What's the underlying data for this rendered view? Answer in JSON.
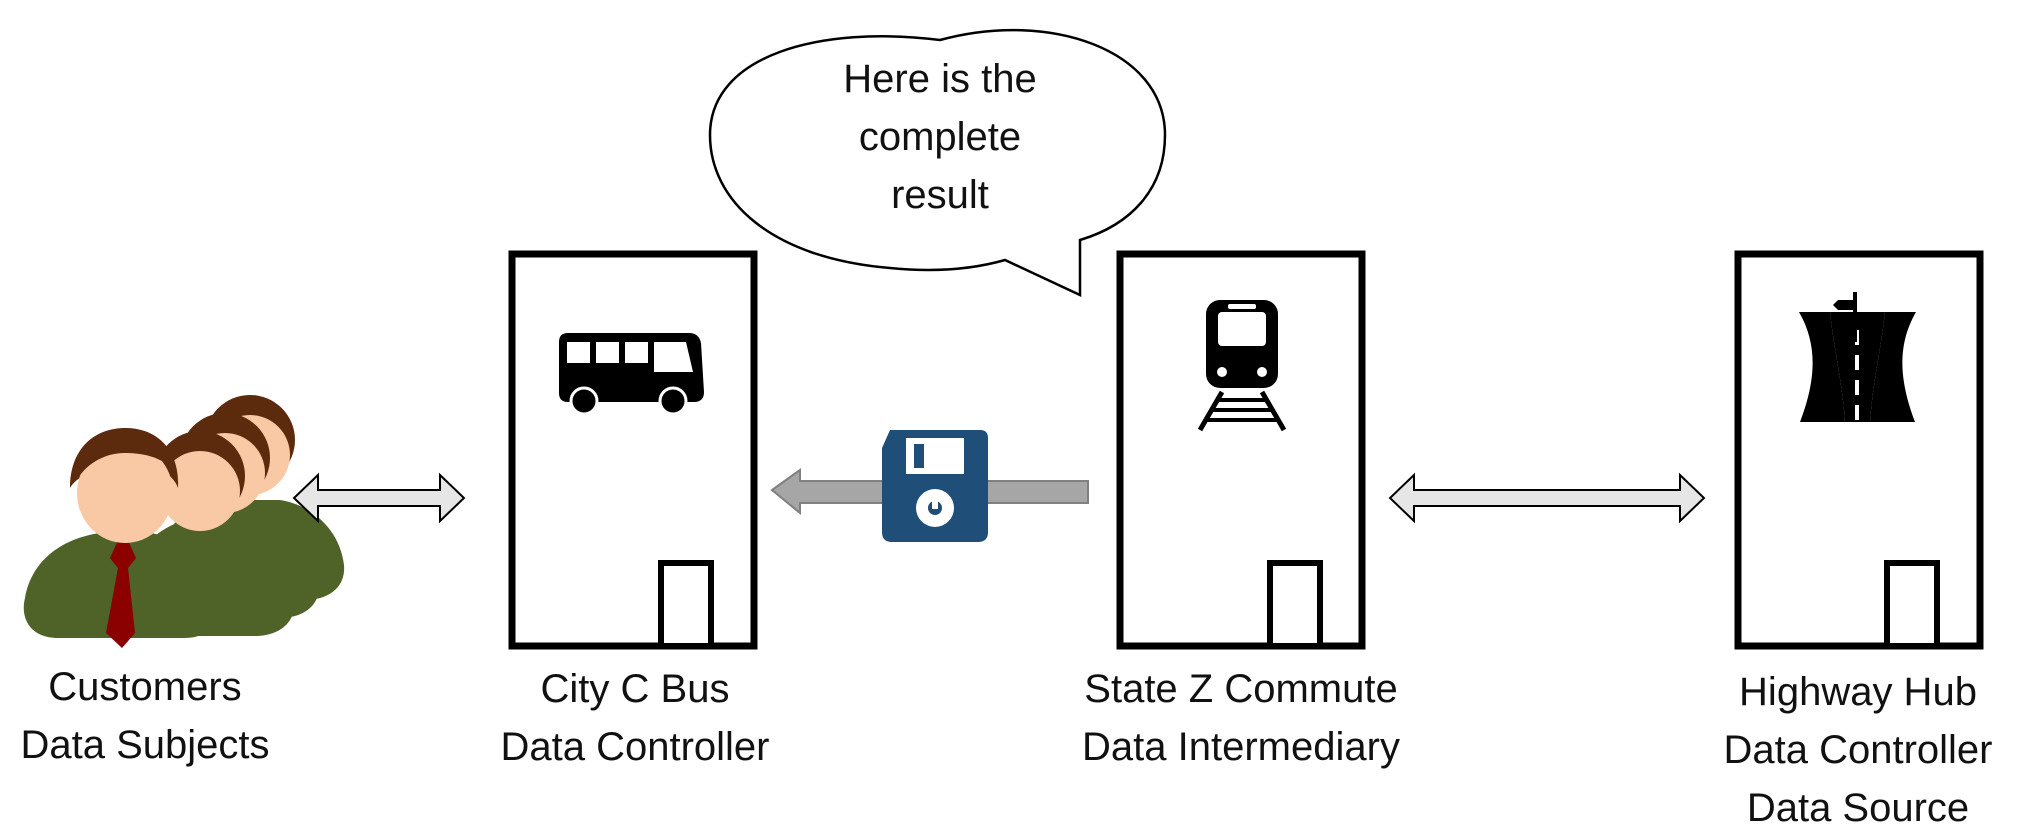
{
  "speech_bubble": {
    "lines": [
      "Here is the",
      "complete",
      "result"
    ]
  },
  "entities": {
    "customers": {
      "lines": [
        "Customers",
        "Data Subjects"
      ],
      "icon": "people-icon"
    },
    "city_bus": {
      "lines": [
        "City C Bus",
        "Data Controller"
      ],
      "icon": "bus-icon"
    },
    "state_commute": {
      "lines": [
        "State Z Commute",
        "Data Intermediary"
      ],
      "icon": "train-icon"
    },
    "highway_hub": {
      "lines": [
        "Highway Hub",
        "Data Controller",
        "Data Source"
      ],
      "icon": "road-signpost-icon"
    }
  },
  "connectors": {
    "customers_to_bus": "double-arrow",
    "commute_to_bus": "single-arrow-with-floppy-disk",
    "commute_to_highway": "double-arrow"
  },
  "colors": {
    "outline": "#000000",
    "arrow_fill_light": "#e6e6e6",
    "arrow_fill_gray": "#a6a6a6",
    "floppy": "#1f4e79",
    "person_suit": "#4f6228",
    "person_skin": "#f9c9a5",
    "person_hair": "#5c2b0e",
    "person_tie": "#8b0000"
  }
}
